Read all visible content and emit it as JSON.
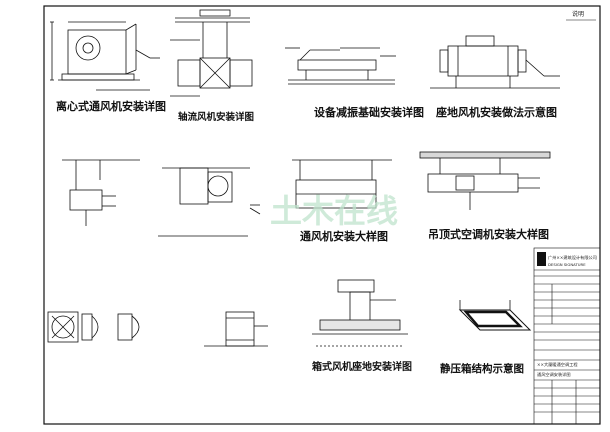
{
  "drawings": {
    "centrifugal_fan": "离心式通风机安装详图",
    "axial_fan": "轴流风机安装详图",
    "vibration_base": "设备减振基础安装详图",
    "floor_fan": "座地风机安装做法示意图",
    "ventilator_install": "通风机安装大样图",
    "ceiling_ac": "吊顶式空调机安装大样图",
    "cabinet_fan_floor": "箱式风机座地安装详图",
    "plenum_box": "静压箱结构示意图"
  },
  "notes": {
    "title": "说明"
  },
  "watermark": {
    "text": "土木在线"
  },
  "title_block": {
    "company_name": "广州××建筑设计有限公司",
    "design_signature": "DESIGN SIGNATURE",
    "project": "××大厦暖通空调工程",
    "drawing_title": "通风空调安装详图"
  },
  "colors": {
    "line": "#111111",
    "watermark": "#bfe3cc",
    "paper": "#ffffff"
  }
}
